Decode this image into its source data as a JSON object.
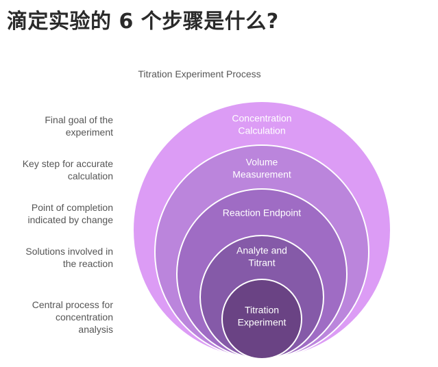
{
  "heading": "滴定实验的 6 个步骤是什么?",
  "diagram": {
    "title": "Titration Experiment Process",
    "colors": {
      "ring_fills": [
        "#dc9cf5",
        "#bb85dc",
        "#9f6cc4",
        "#855aa8",
        "#6a4384"
      ],
      "ring_stroke": "#ffffff",
      "label_text": "#ffffff",
      "description_text": "#555555"
    },
    "layers": [
      {
        "label_lines": [
          "Concentration",
          "Calculation"
        ],
        "description_lines": [
          "Final goal of the",
          "experiment"
        ]
      },
      {
        "label_lines": [
          "Volume",
          "Measurement"
        ],
        "description_lines": [
          "Key step for accurate",
          "calculation"
        ]
      },
      {
        "label_lines": [
          "Reaction Endpoint"
        ],
        "description_lines": [
          "Point of completion",
          "indicated by change"
        ]
      },
      {
        "label_lines": [
          "Analyte and",
          "Titrant"
        ],
        "description_lines": [
          "Solutions involved in",
          "the reaction"
        ]
      },
      {
        "label_lines": [
          "Titration",
          "Experiment"
        ],
        "description_lines": [
          "Central process for",
          "concentration",
          "analysis"
        ]
      }
    ]
  }
}
